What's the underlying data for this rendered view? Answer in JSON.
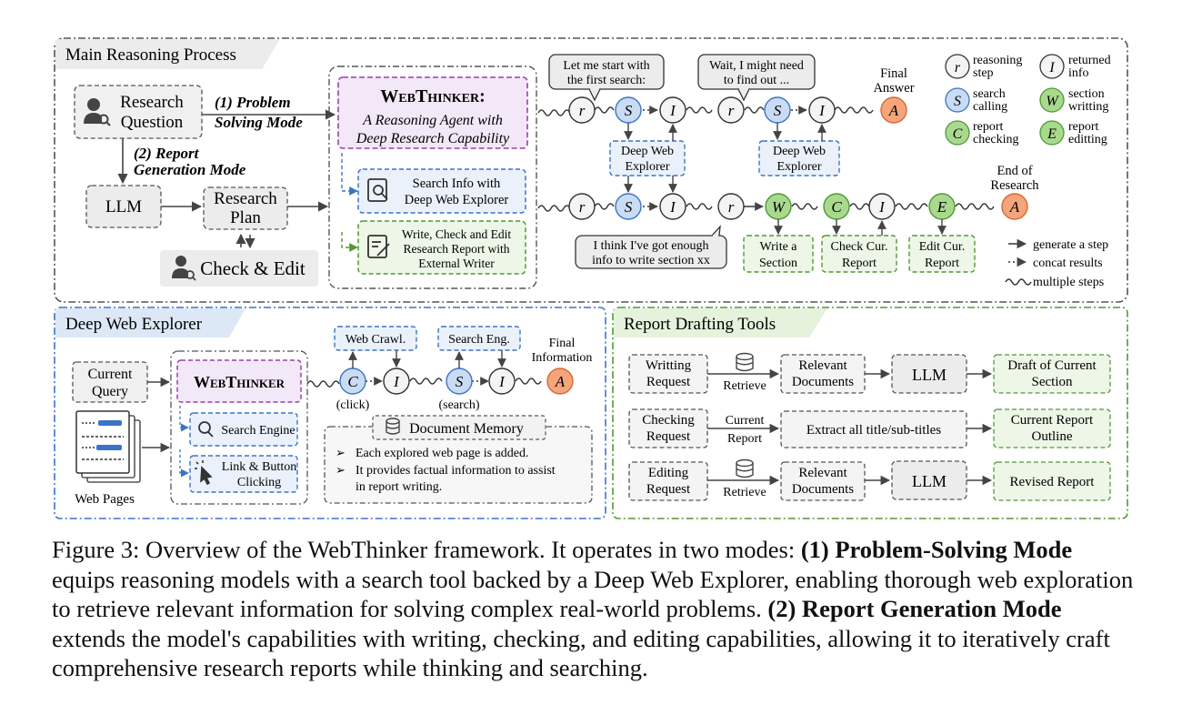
{
  "main": {
    "title": "Main Reasoning Process",
    "research_question": [
      "Research",
      "Question"
    ],
    "mode1": [
      "(1) Problem",
      "Solving Mode"
    ],
    "mode2": [
      "(2) Report",
      "Generation Mode"
    ],
    "llm": "LLM",
    "research_plan": [
      "Research",
      "Plan"
    ],
    "check_edit": "Check & Edit",
    "webthinker_title": "WebThinker:",
    "webthinker_subtitle": [
      "A Reasoning Agent with",
      "Deep Research Capability"
    ],
    "tool_search": [
      "Search Info with",
      "Deep Web Explorer"
    ],
    "tool_write": [
      "Write, Check and Edit",
      "Research Report with",
      "External Writer"
    ],
    "bubble1": [
      "Let me start with",
      "the first search:"
    ],
    "bubble2": [
      "Wait, I might need",
      "to find out ..."
    ],
    "bubble3": [
      "I think I've got enough",
      "info to write section xx"
    ],
    "final_answer": [
      "Final",
      "Answer"
    ],
    "end_research": [
      "End of",
      "Research"
    ],
    "dwe1": [
      "Deep Web",
      "Explorer"
    ],
    "dwe2": [
      "Deep Web",
      "Explorer"
    ],
    "write_section": [
      "Write a",
      "Section"
    ],
    "check_report": [
      "Check Cur.",
      "Report"
    ],
    "edit_report": [
      "Edit Cur.",
      "Report"
    ],
    "node_letters": {
      "r": "r",
      "s": "S",
      "i": "I",
      "a": "A",
      "w": "W",
      "c": "C",
      "e": "E"
    }
  },
  "legend": {
    "reasoning": [
      "reasoning",
      "step"
    ],
    "returned": [
      "returned",
      "info"
    ],
    "search": [
      "search",
      "calling"
    ],
    "section": [
      "section",
      "writting"
    ],
    "checking": [
      "report",
      "checking"
    ],
    "editing": [
      "report",
      "editting"
    ],
    "generate": "generate a step",
    "concat": "concat results",
    "multiple": "multiple steps"
  },
  "dwe": {
    "title": "Deep Web Explorer",
    "query": [
      "Current",
      "Query"
    ],
    "web_pages": "Web Pages",
    "webthinker": "WebThinker",
    "search_engine": "Search Engine",
    "link_click": [
      "Link & Button",
      "Clicking"
    ],
    "web_crawl": "Web Crawl.",
    "search_eng": "Search Eng.",
    "final_info": [
      "Final",
      "Information"
    ],
    "click": "(click)",
    "search": "(search)",
    "memory_title": "Document Memory",
    "memory_items": [
      "Each explored web page is added.",
      "It provides factual information to assist",
      "in report writing."
    ]
  },
  "rdt": {
    "title": "Report Drafting Tools",
    "rows": [
      {
        "request": [
          "Writting",
          "Request"
        ],
        "via": [
          "Retrieve"
        ],
        "mid": [
          "Relevant",
          "Documents"
        ],
        "llm": "LLM",
        "out": [
          "Draft of Current",
          "Section"
        ]
      },
      {
        "request": [
          "Checking",
          "Request"
        ],
        "via": [
          "Current",
          "Report"
        ],
        "mid": [
          "Extract all title/sub-titles"
        ],
        "out": [
          "Current Report",
          "Outline"
        ]
      },
      {
        "request": [
          "Editing",
          "Request"
        ],
        "via": [
          "Retrieve"
        ],
        "mid": [
          "Relevant",
          "Documents"
        ],
        "llm": "LLM",
        "out": [
          "Revised Report"
        ]
      }
    ]
  },
  "caption": {
    "label": "Figure 3: Overview of the WebThinker framework. It operates in two modes:",
    "m1": "(1) Problem-Solving Mode",
    "t1": "equips reasoning models with a search tool backed by a Deep Web Explorer, enabling thorough web exploration to retrieve relevant information for solving complex real-world problems.",
    "m2": "(2) Report Generation Mode",
    "t2": "extends the model's capabilities with writing, checking, and editing capabilities, allowing it to iteratively craft comprehensive research reports while thinking and searching."
  },
  "colors": {
    "blue_fill": "#c9dcf3",
    "blue_stroke": "#3a74c6",
    "green_fill": "#a9d98e",
    "green_stroke": "#4f9a34",
    "orange_fill": "#f5a57b",
    "orange_stroke": "#d46a34",
    "purple_fill": "#f3e8f7",
    "purple_stroke": "#9a3fb0"
  }
}
